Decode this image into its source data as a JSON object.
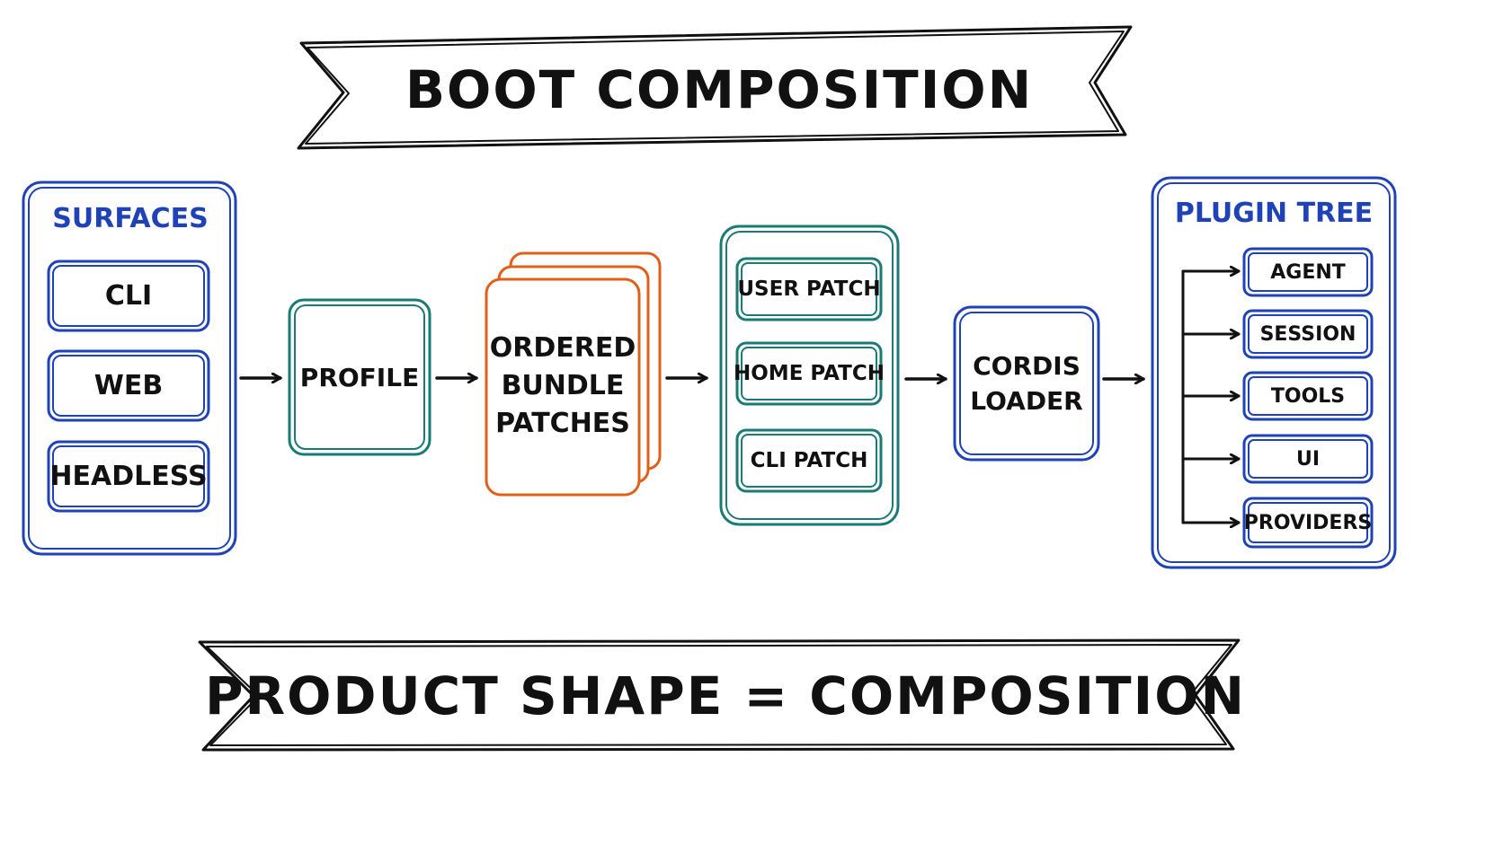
{
  "title": "BOOT COMPOSITION",
  "footer": "PRODUCT SHAPE = COMPOSITION",
  "surfaces": {
    "title": "SURFACES",
    "items": [
      "CLI",
      "WEB",
      "HEADLESS"
    ]
  },
  "profile": "PROFILE",
  "bundle_patches": "ORDERED BUNDLE PATCHES",
  "patches": [
    "USER PATCH",
    "HOME PATCH",
    "CLI PATCH"
  ],
  "loader": "CORDIS LOADER",
  "plugin_tree": {
    "title": "PLUGIN TREE",
    "items": [
      "AGENT",
      "SESSION",
      "TOOLS",
      "UI",
      "PROVIDERS"
    ]
  },
  "colors": {
    "blue": "#1f43b6",
    "teal": "#1a7a76",
    "orange": "#e0601a",
    "ink": "#111111"
  }
}
